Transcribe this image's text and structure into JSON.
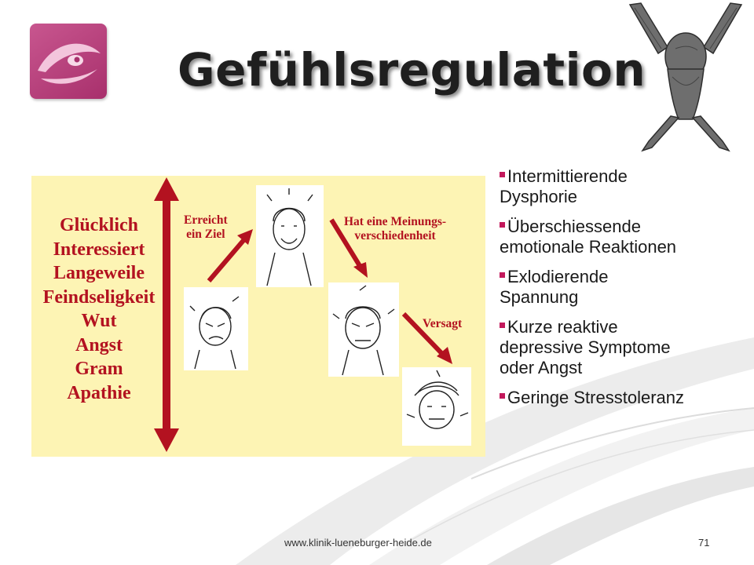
{
  "title": "Gefühlsregulation",
  "colors": {
    "accent": "#b31220",
    "panel": "#fdf4b4",
    "logo": "#b8407d",
    "bullet_marker": "#c2185b"
  },
  "figure": {
    "emotions": [
      "Glücklich",
      "Interessiert",
      "Langeweile",
      "Feindseligkeit",
      "Wut",
      "Angst",
      "Gram",
      "Apathie"
    ],
    "labels": {
      "reach_goal": [
        "Erreicht",
        "ein Ziel"
      ],
      "disagreement": [
        "Hat eine Meinungs-",
        "verschiedenheit"
      ],
      "failed": [
        "Versagt"
      ]
    }
  },
  "bullets": [
    {
      "lines": [
        "Intermittierende",
        "Dysphorie"
      ]
    },
    {
      "lines": [
        "Überschiessende",
        "emotionale Reaktionen"
      ]
    },
    {
      "lines": [
        "Exlodierende",
        "Spannung"
      ]
    },
    {
      "lines": [
        "Kurze reaktive",
        "depressive Symptome",
        "oder Angst"
      ]
    },
    {
      "lines": [
        "Geringe Stresstoleranz"
      ]
    }
  ],
  "footer": {
    "url": "www.klinik-lueneburger-heide.de",
    "page": "71"
  }
}
